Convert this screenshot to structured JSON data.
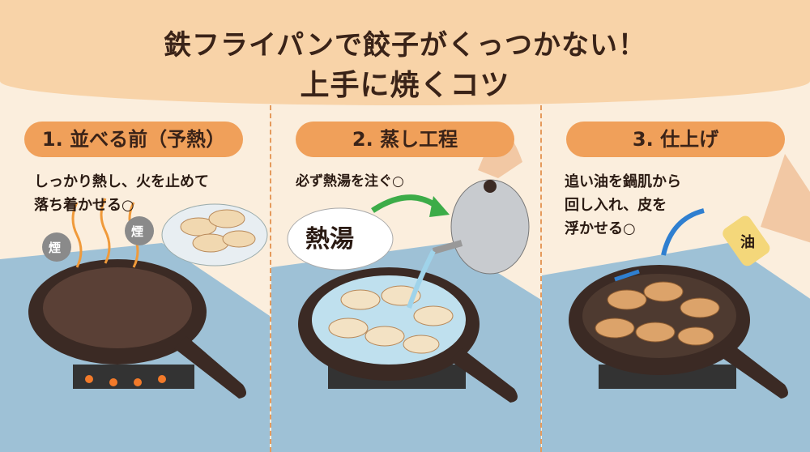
{
  "title": {
    "line1": "鉄フライパンで餃子がくっつかない！",
    "line2": "上手に焼くコツ"
  },
  "steps": [
    {
      "heading": "1. 並べる前（予熱）",
      "text": "しっかり熱し、火を止めて\n落ち着かせる○",
      "smoke_label": "煙"
    },
    {
      "heading": "2. 蒸し工程",
      "text": "必ず熱湯を注ぐ○",
      "water_label": "熱湯"
    },
    {
      "heading": "3. 仕上げ",
      "text": "追い油を鍋肌から\n回し入れ、皮を\n浮かせる○",
      "oil_label": "油"
    }
  ],
  "colors": {
    "accent": "#f0a05a",
    "background": "#fbeedd",
    "header": "#f8d3a8",
    "pan": "#3b2a24"
  }
}
